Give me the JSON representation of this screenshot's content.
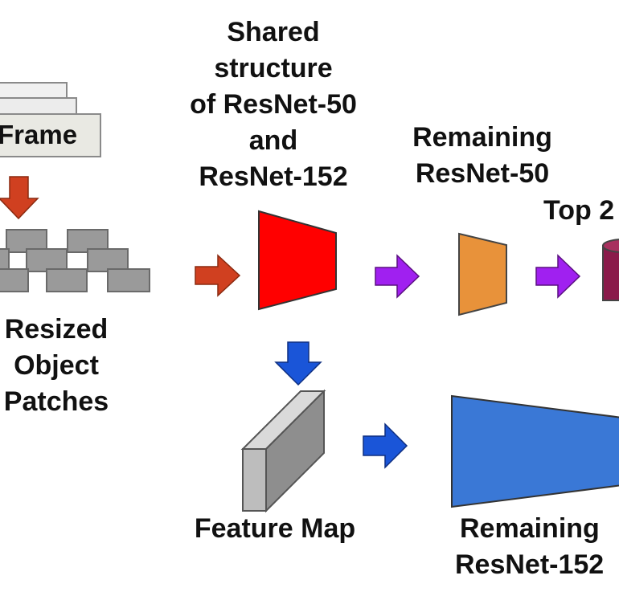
{
  "labels": {
    "frame": "Frame",
    "shared_line1": "Shared",
    "shared_line2": "structure",
    "shared_line3": "of ResNet-50",
    "shared_line4": "and",
    "shared_line5": "ResNet-152",
    "remaining50_line1": "Remaining",
    "remaining50_line2": "ResNet-50",
    "top_partial": "Top 2",
    "resized_line1": "Resized",
    "resized_line2": "Object",
    "resized_line3": "Patches",
    "feature_map": "Feature Map",
    "remaining152_line1": "Remaining",
    "remaining152_line2": "ResNet-152"
  },
  "colors": {
    "red_arrow": "#d04020",
    "purple_arrow": "#a020f0",
    "blue_arrow": "#1a55d8",
    "shared_block": "#ff0000",
    "resnet50_block": "#e8923a",
    "resnet152_block": "#3a78d6",
    "patch_gray": "#9a9a9a",
    "top_cylinder": "#8a1a4a"
  }
}
